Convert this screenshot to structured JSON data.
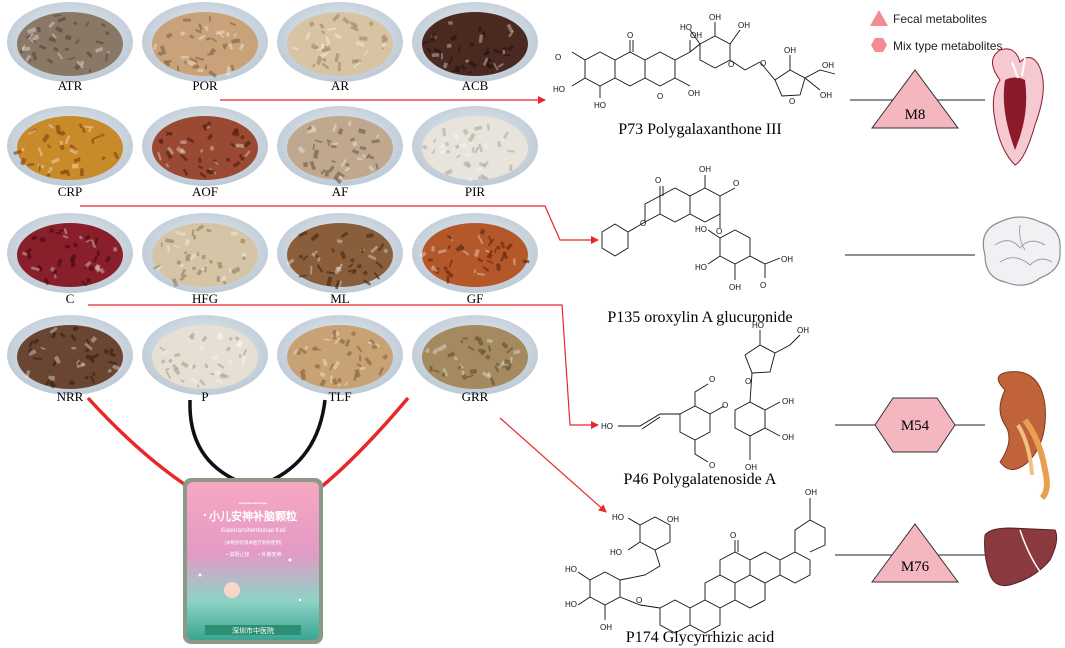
{
  "herbs": [
    {
      "label": "ATR",
      "color": "#8a7866",
      "dot": "#5b4a3c"
    },
    {
      "label": "POR",
      "color": "#c9a27a",
      "dot": "#8a6a48"
    },
    {
      "label": "AR",
      "color": "#d8c4a2",
      "dot": "#a58f6c"
    },
    {
      "label": "ACB",
      "color": "#4a2a20",
      "dot": "#2a1410"
    },
    {
      "label": "CRP",
      "color": "#c98a2a",
      "dot": "#8a4a10"
    },
    {
      "label": "AOF",
      "color": "#9a4a32",
      "dot": "#5a2010"
    },
    {
      "label": "AF",
      "color": "#bfa88e",
      "dot": "#7a6450"
    },
    {
      "label": "PIR",
      "color": "#e8e4dc",
      "dot": "#b8b0a4"
    },
    {
      "label": "C",
      "color": "#8a1f2c",
      "dot": "#4a0a14"
    },
    {
      "label": "HFG",
      "color": "#d6c4a6",
      "dot": "#9a8466"
    },
    {
      "label": "ML",
      "color": "#8a5e3a",
      "dot": "#4a2e18"
    },
    {
      "label": "GF",
      "color": "#b4582a",
      "dot": "#6a2a10"
    },
    {
      "label": "NRR",
      "color": "#6a4632",
      "dot": "#3a2214"
    },
    {
      "label": "P",
      "color": "#e6e0d4",
      "dot": "#b0a896"
    },
    {
      "label": "TLF",
      "color": "#c8a274",
      "dot": "#8a6a44"
    },
    {
      "label": "GRR",
      "color": "#a48a5e",
      "dot": "#6a5434"
    }
  ],
  "compounds": [
    {
      "label": "P73 Polygalaxanthone III"
    },
    {
      "label": "P135 oroxylin A glucuronide"
    },
    {
      "label": "P46 Polygalatenoside A"
    },
    {
      "label": "P174 Glycyrrhizic acid"
    }
  ],
  "legend": [
    {
      "shape": "triangle",
      "label": "Fecal metabolites"
    },
    {
      "shape": "hexagon",
      "label": "Mix type metabolites"
    }
  ],
  "metabolites": [
    {
      "shape": "triangle",
      "label": "M8",
      "organ": "heart-icon"
    },
    {
      "shape": "none",
      "label": "",
      "organ": "brain-icon"
    },
    {
      "shape": "hexagon",
      "label": "M54",
      "organ": "kidney-icon"
    },
    {
      "shape": "triangle",
      "label": "M76",
      "organ": "liver-icon"
    }
  ],
  "atoms": {
    "OH": "OH",
    "O": "O",
    "HO": "HO"
  },
  "package": {
    "title": "小儿安神补脑颗粒",
    "pinyin": "Xiaoeranshenbunao Keli",
    "note": "(本制剂仅限本医疗机构使用)",
    "tags": [
      "• 滋阴止惊",
      "• 补脑安神"
    ],
    "footer": "深圳市中医院"
  },
  "colors": {
    "arrow": "#e8272b",
    "black_curve": "#111111",
    "metabolite_fill": "#f4b6bf",
    "legend_fill": "#f48a92"
  }
}
